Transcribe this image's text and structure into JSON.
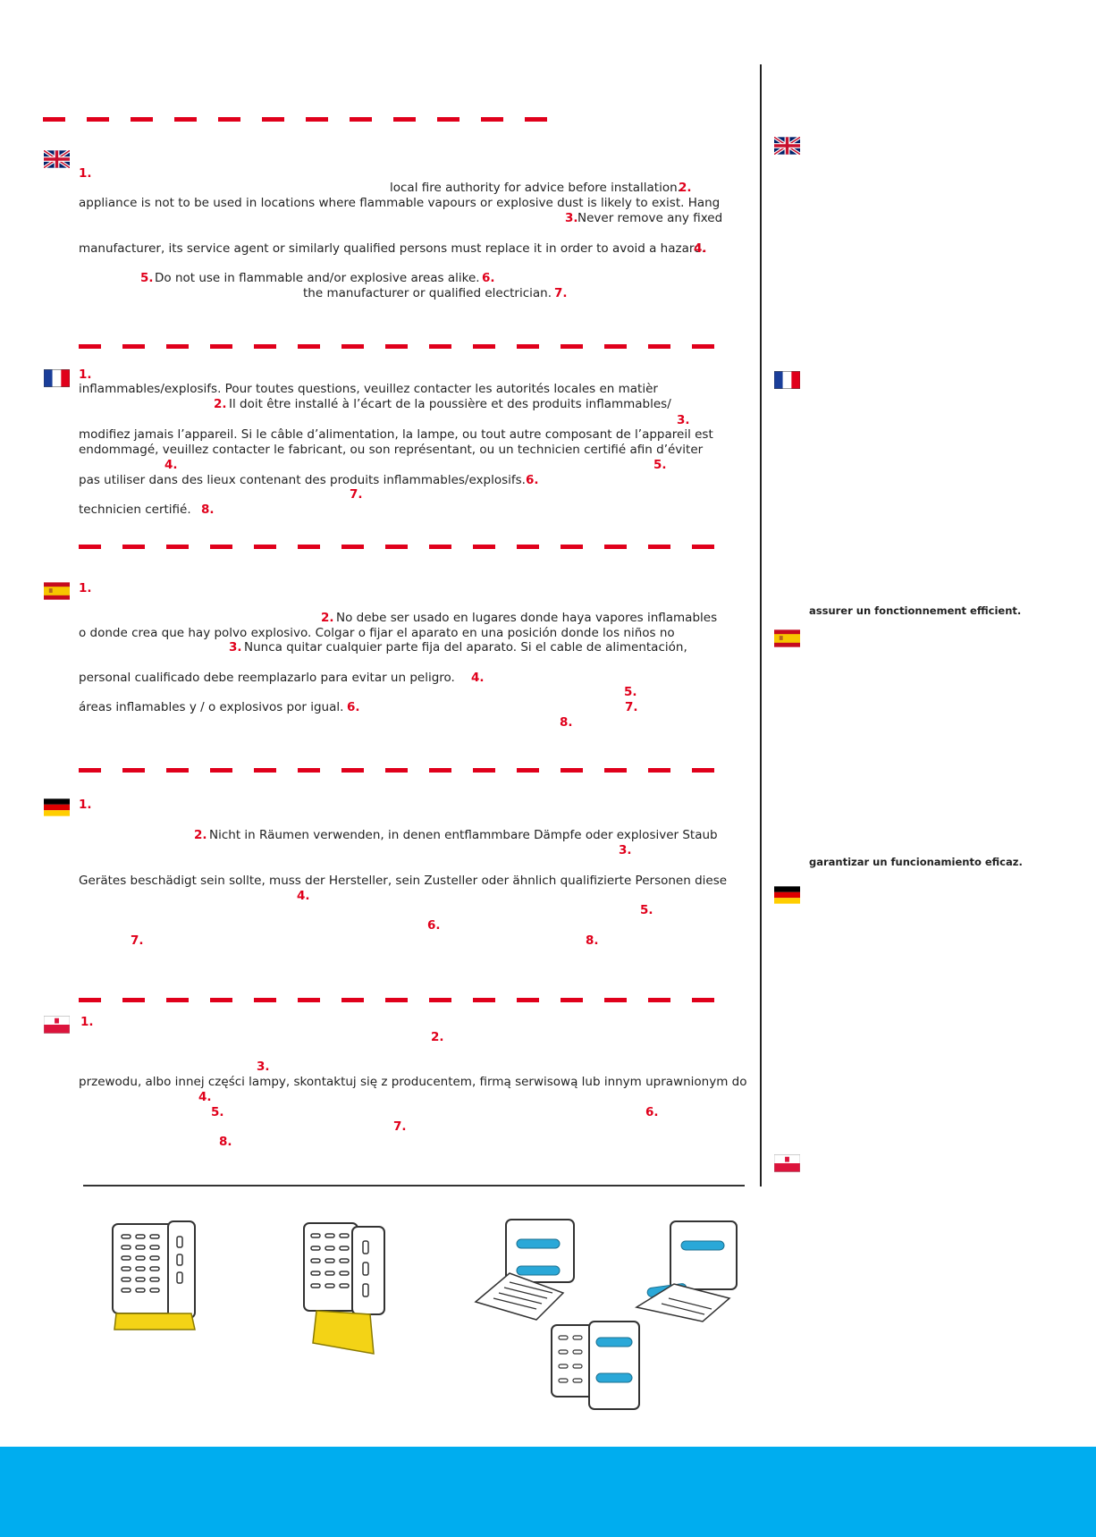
{
  "colors": {
    "accent_red": "#e0001b",
    "footer_blue": "#00adef",
    "yellow": "#f3d316",
    "blue_part": "#2aa8d8"
  },
  "sections": {
    "en": {
      "flag": "uk-flag-icon",
      "items": [
        {
          "num": "1.",
          "text": ""
        },
        {
          "num": "",
          "text": "local fire authority for advice before installation."
        },
        {
          "num": "2.",
          "text": ""
        },
        {
          "num": "",
          "text": "appliance is not to be used in locations where flammable vapours or explosive dust is likely to exist. Hang"
        },
        {
          "num": "3.",
          "text": "Never remove any fixed"
        },
        {
          "num": "",
          "text": "manufacturer, its service agent or similarly qualified persons must replace it in order to avoid a hazard."
        },
        {
          "num": "4.",
          "text": ""
        },
        {
          "num": "5.",
          "text": "Do not use in flammable and/or explosive areas alike."
        },
        {
          "num": "6.",
          "text": ""
        },
        {
          "num": "",
          "text": "the manufacturer or qualified electrician."
        },
        {
          "num": "7.",
          "text": ""
        }
      ]
    },
    "fr": {
      "flag": "france-flag-icon",
      "lines": [
        "inflammables/explosifs. Pour toutes questions, veuillez contacter les autorités locales en matièr",
        "Il doit être installé à l’écart de la poussière et des produits inflammables/",
        "modifiez jamais l’appareil. Si le câble d’alimentation, la lampe, ou tout autre composant de l’appareil est",
        "endommagé, veuillez contacter le fabricant, ou son représentant, ou un technicien certifié afin d’éviter",
        "pas utiliser dans des lieux contenant des produits inflammables/explosifs.",
        "technicien certifié."
      ],
      "nums": [
        "1.",
        "2.",
        "3.",
        "4.",
        "5.",
        "6.",
        "7.",
        "8."
      ]
    },
    "es": {
      "flag": "spain-flag-icon",
      "lines": [
        "No debe ser usado en lugares donde haya vapores inflamables",
        "o donde crea que hay polvo explosivo. Colgar o fijar el aparato en una posición donde los niños no",
        "Nunca quitar cualquier parte fija del aparato. Si el cable de alimentación,",
        "personal cualificado debe reemplazarlo para evitar un peligro.",
        "áreas inflamables y / o explosivos por igual."
      ],
      "nums": [
        "1.",
        "2.",
        "3.",
        "4.",
        "5.",
        "6.",
        "7.",
        "8."
      ]
    },
    "de": {
      "flag": "germany-flag-icon",
      "lines": [
        "Nicht in Räumen verwenden, in denen entflammbare Dämpfe oder explosiver Staub",
        "Gerätes beschädigt sein sollte, muss der Hersteller, sein Zusteller oder ähnlich qualifizierte Personen diese"
      ],
      "nums": [
        "1.",
        "2.",
        "3.",
        "4.",
        "5.",
        "6.",
        "7.",
        "8."
      ]
    },
    "pl": {
      "flag": "poland-flag-icon",
      "lines": [
        "przewodu, albo innej części lampy, skontaktuj się z producentem, firmą serwisową lub innym uprawnionym do"
      ],
      "nums": [
        "1.",
        "2.",
        "3.",
        "4.",
        "5.",
        "6.",
        "7.",
        "8."
      ]
    }
  },
  "sidebar": {
    "fr_note": "assurer un fonctionnement efficient.",
    "es_note": "garantizar un funcionamiento eficaz."
  },
  "illustrations": [
    "device-with-tray-closed-image",
    "device-with-tray-out-image",
    "device-open-tubes-image",
    "device-tube-removal-image",
    "device-reassembled-image"
  ]
}
